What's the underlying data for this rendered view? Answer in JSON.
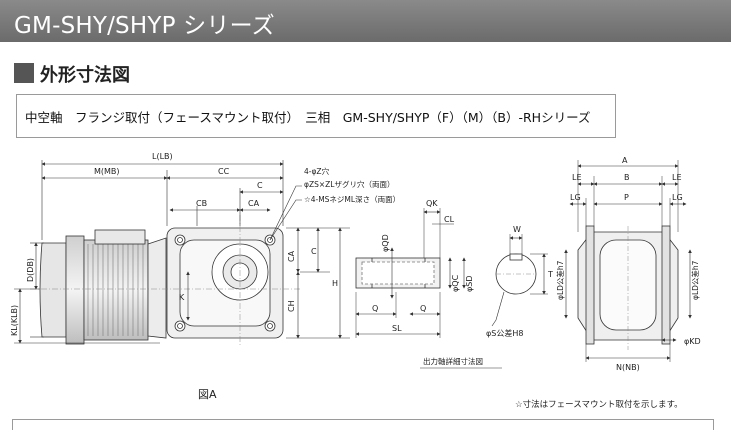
{
  "header": {
    "title": "GM-SHY/SHYP シリーズ"
  },
  "section": {
    "title": "外形寸法図"
  },
  "subtitle": "中空軸　フランジ取付（フェースマウント取付）　三相　GM-SHY/SHYP（F）（M）（B）-RHシリーズ",
  "figure_caption": "図A",
  "detail_caption": "出力軸詳細寸法図",
  "footnote": "☆寸法はフェースマウント取付を示します。",
  "labels": {
    "L": "L(LB)",
    "M": "M(MB)",
    "CC": "CC",
    "C_top": "C",
    "CB": "CB",
    "CA_top": "CA",
    "CA_side": "CA",
    "C_side": "C",
    "H": "H",
    "CH": "CH",
    "K": "K",
    "D": "D(DB)",
    "KL": "KL(KLB)",
    "note1": "4-φZ穴",
    "note2": "φZS×ZLザグリ穴（両面）",
    "note3": "☆4-MSネジML深さ（両面）",
    "QK": "QK",
    "CL": "CL",
    "QD": "φQD",
    "QC": "φQC",
    "SD": "φSD",
    "Q_left": "Q",
    "Q_right": "Q",
    "SL": "SL",
    "W": "W",
    "T": "T",
    "S": "φS公差H8",
    "A": "A",
    "LE_left": "LE",
    "B": "B",
    "LE_right": "LE",
    "LG_left": "LG",
    "P": "P",
    "LG_right": "LG",
    "LD_left": "φLD公差h7",
    "LD_right": "φLD公差h7",
    "KD": "φKD",
    "N": "N(NB)"
  }
}
